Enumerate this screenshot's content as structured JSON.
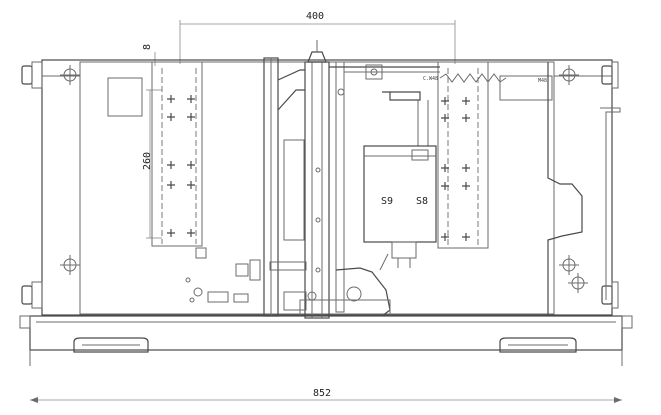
{
  "drawing": {
    "dimensions": {
      "top_width": "400",
      "bottom_width": "852",
      "left_height": "260",
      "small_gap": "8"
    },
    "labels": {
      "switch_s9": "S9",
      "switch_s8": "S8",
      "spring_tag_a": "C.W48",
      "spring_tag_b": "M48"
    }
  }
}
